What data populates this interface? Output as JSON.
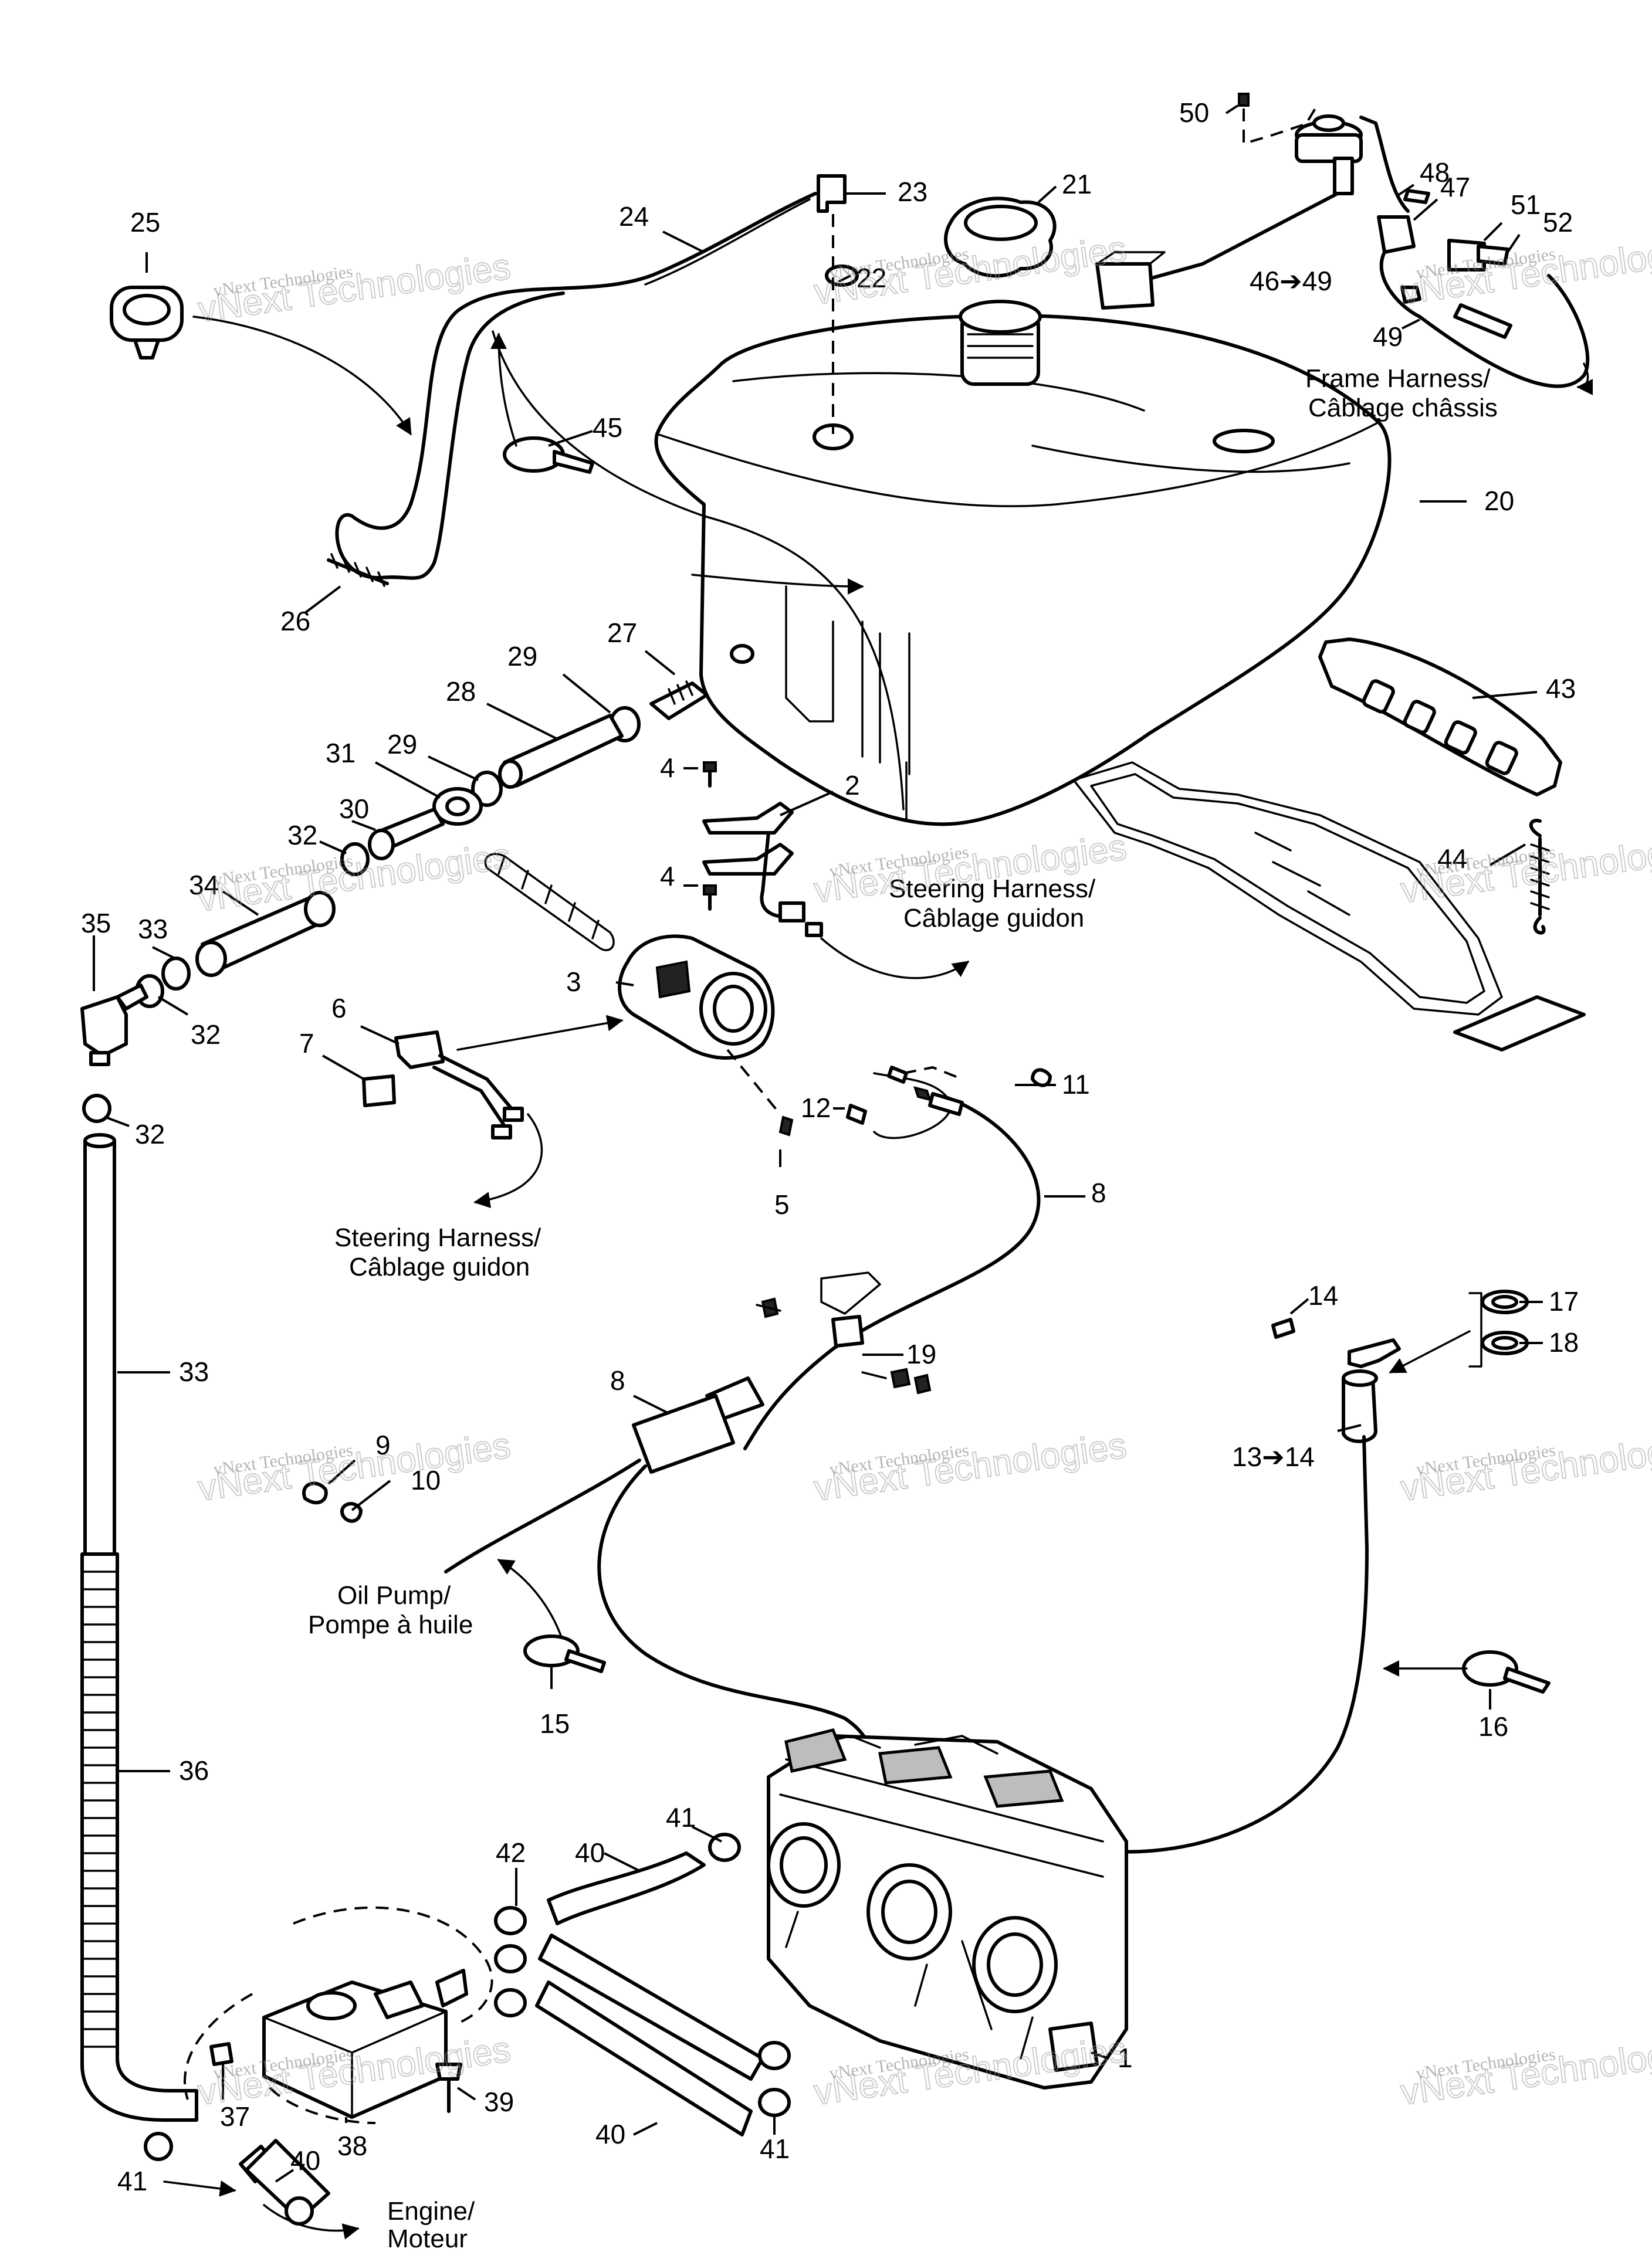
{
  "diagram": {
    "callouts": [
      {
        "id": "c50",
        "text": "50"
      },
      {
        "id": "c21",
        "text": "21"
      },
      {
        "id": "c23",
        "text": "23"
      },
      {
        "id": "c24",
        "text": "24"
      },
      {
        "id": "c25",
        "text": "25"
      },
      {
        "id": "c22",
        "text": "22"
      },
      {
        "id": "c48",
        "text": "48"
      },
      {
        "id": "c47",
        "text": "47"
      },
      {
        "id": "c51",
        "text": "51"
      },
      {
        "id": "c52",
        "text": "52"
      },
      {
        "id": "c4649",
        "text": "46➔49"
      },
      {
        "id": "c49",
        "text": "49"
      },
      {
        "id": "c45",
        "text": "45"
      },
      {
        "id": "c20",
        "text": "20"
      },
      {
        "id": "c26",
        "text": "26"
      },
      {
        "id": "c27",
        "text": "27"
      },
      {
        "id": "c29a",
        "text": "29"
      },
      {
        "id": "c28",
        "text": "28"
      },
      {
        "id": "c43",
        "text": "43"
      },
      {
        "id": "c31",
        "text": "31"
      },
      {
        "id": "c29b",
        "text": "29"
      },
      {
        "id": "c4a",
        "text": "4"
      },
      {
        "id": "c2",
        "text": "2"
      },
      {
        "id": "c30",
        "text": "30"
      },
      {
        "id": "c32a",
        "text": "32"
      },
      {
        "id": "c4b",
        "text": "4"
      },
      {
        "id": "c44",
        "text": "44"
      },
      {
        "id": "c34",
        "text": "34"
      },
      {
        "id": "c35",
        "text": "35"
      },
      {
        "id": "c33a",
        "text": "33"
      },
      {
        "id": "c3",
        "text": "3"
      },
      {
        "id": "c32b",
        "text": "32"
      },
      {
        "id": "c6",
        "text": "6"
      },
      {
        "id": "c7",
        "text": "7"
      },
      {
        "id": "c11",
        "text": "11"
      },
      {
        "id": "c12",
        "text": "12"
      },
      {
        "id": "c32c",
        "text": "32"
      },
      {
        "id": "c8a",
        "text": "8"
      },
      {
        "id": "c5",
        "text": "5"
      },
      {
        "id": "c14a",
        "text": "14"
      },
      {
        "id": "c17",
        "text": "17"
      },
      {
        "id": "c19",
        "text": "19"
      },
      {
        "id": "c18",
        "text": "18"
      },
      {
        "id": "c33b",
        "text": "33"
      },
      {
        "id": "c8b",
        "text": "8"
      },
      {
        "id": "c1314",
        "text": "13➔14"
      },
      {
        "id": "c9",
        "text": "9"
      },
      {
        "id": "c10",
        "text": "10"
      },
      {
        "id": "c15",
        "text": "15"
      },
      {
        "id": "c16",
        "text": "16"
      },
      {
        "id": "c36",
        "text": "36"
      },
      {
        "id": "c41a",
        "text": "41"
      },
      {
        "id": "c42",
        "text": "42"
      },
      {
        "id": "c40a",
        "text": "40"
      },
      {
        "id": "c1",
        "text": "1"
      },
      {
        "id": "c39",
        "text": "39"
      },
      {
        "id": "c37",
        "text": "37"
      },
      {
        "id": "c40b",
        "text": "40"
      },
      {
        "id": "c41b",
        "text": "41"
      },
      {
        "id": "c38",
        "text": "38"
      },
      {
        "id": "c40c",
        "text": "40"
      },
      {
        "id": "c41c",
        "text": "41"
      }
    ],
    "captions": {
      "frame_harness_1": "Frame Harness/",
      "frame_harness_2": "Câblage châssis",
      "steering_top_1": "Steering Harness/",
      "steering_top_2": "Câblage guidon",
      "steering_bottom_1": "Steering Harness/",
      "steering_bottom_2": "Câblage guidon",
      "oil_pump_1": "Oil Pump/",
      "oil_pump_2": "Pompe à huile",
      "engine_1": "Engine/",
      "engine_2": "Moteur"
    },
    "watermark": {
      "line1": "vNext Technologies",
      "line2": "vNext Technologies"
    }
  }
}
